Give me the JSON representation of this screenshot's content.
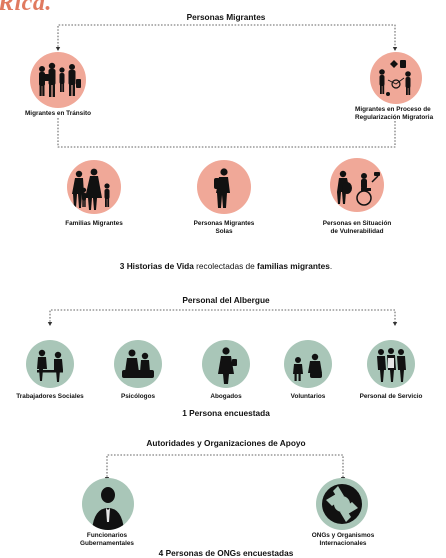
{
  "brand": "Rica.",
  "section1": {
    "title": "Personas Migrantes",
    "left": "Migrantes en Tránsito",
    "right_line1": "Migrantes en Proceso de",
    "right_line2": "Regularización Migratoria",
    "groups": [
      {
        "line1": "Familias Migrantes",
        "line2": ""
      },
      {
        "line1": "Personas Migrantes",
        "line2": "Solas"
      },
      {
        "line1": "Personas en Situación",
        "line2": "de Vulnerabilidad"
      }
    ],
    "summary_prefix": "3 Historias de Vida",
    "summary_middle": " recolectadas de ",
    "summary_highlight": "familias migrantes",
    "summary_suffix": "."
  },
  "section2": {
    "title": "Personal del Albergue",
    "roles": [
      "Trabajadores Sociales",
      "Psicólogos",
      "Abogados",
      "Voluntarios",
      "Personal de Servicio"
    ],
    "summary": "1 Persona encuestada"
  },
  "section3": {
    "title": "Autoridades y Organizaciones de Apoyo",
    "left_line1": "Funcionarios",
    "left_line2": "Gubernamentales",
    "right_line1": "ONGs y Organismos",
    "right_line2": "Internacionales",
    "summary": "4 Personas de ONGs encuestadas"
  },
  "colors": {
    "salmon": "#f0a898",
    "sage": "#a9c6b8",
    "brand": "#e07a5f"
  }
}
